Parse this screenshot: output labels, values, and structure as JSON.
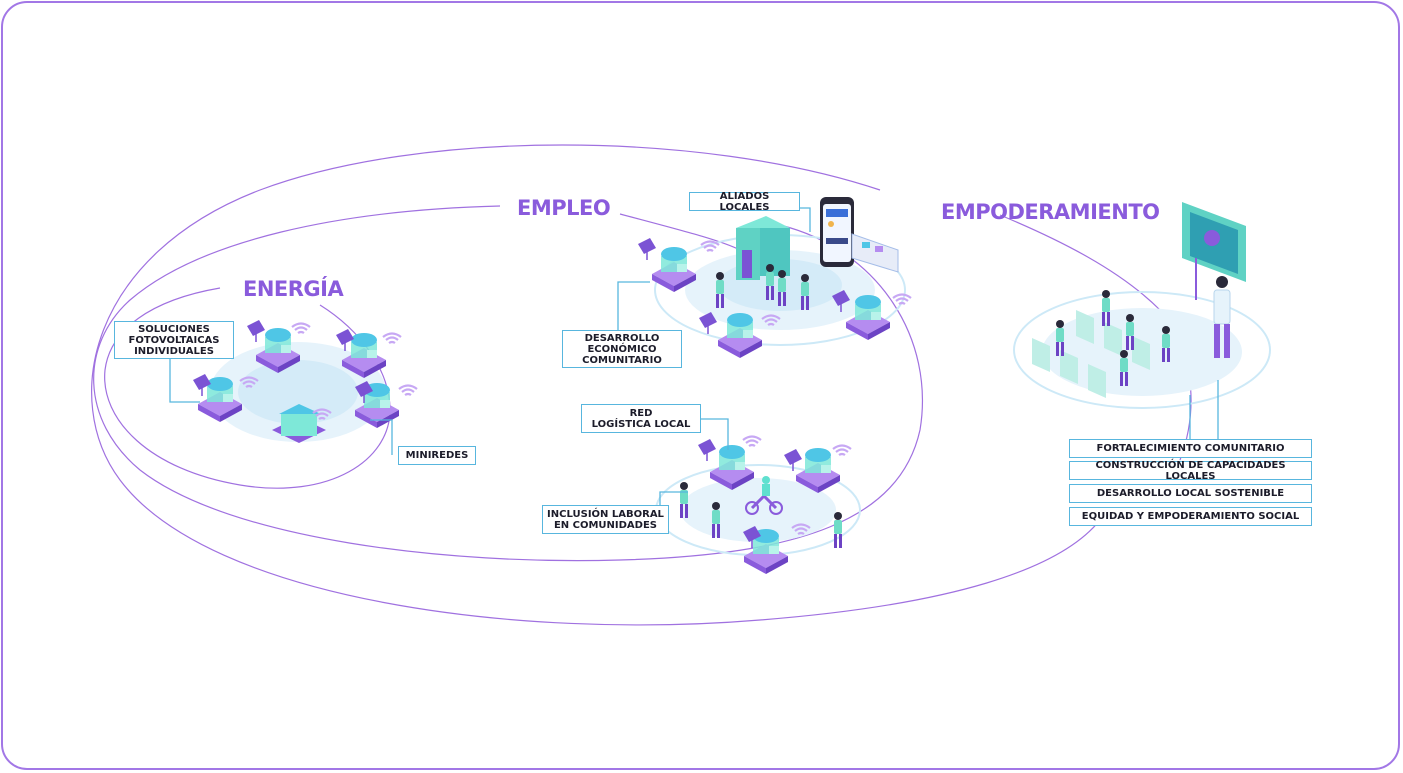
{
  "colors": {
    "frame": "#a277e6",
    "heading": "#8a5bdc",
    "label_border": "#58b6de",
    "ring": "#cde9f7",
    "purple": "#9b6ee0",
    "teal": "#5fe0cf"
  },
  "headings": {
    "energia": "ENERGÍA",
    "empleo": "EMPLEO",
    "empoderamiento": "EMPODERAMIENTO"
  },
  "labels": {
    "soluciones": "SOLUCIONES\nFOTOVOLTAICAS\nINDIVIDUALES",
    "minirredes": "MINIREDES",
    "aliados": "ALIADOS LOCALES",
    "desarrollo_economico": "DESARROLLO\nECONÓMICO\nCOMUNITARIO",
    "red_logistica": "RED\nLOGÍSTICA LOCAL",
    "inclusion": "INCLUSIÓN LABORAL\nEN COMUNIDADES",
    "fortalecimiento": "FORTALECIMIENTO COMUNITARIO",
    "construccion": "CONSTRUCCIÓN DE CAPACIDADES LOCALES",
    "desarrollo_local": "DESARROLLO LOCAL SOSTENIBLE",
    "equidad": "EQUIDAD Y EMPODERAMIENTO SOCIAL"
  }
}
